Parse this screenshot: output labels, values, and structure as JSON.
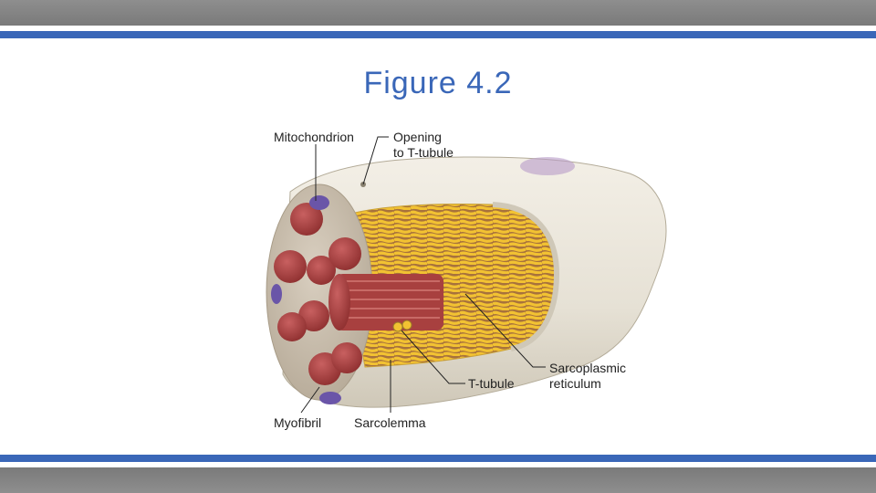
{
  "slide": {
    "title": "Figure 4.2"
  },
  "labels": {
    "mitochondrion": "Mitochondrion",
    "opening_1": "Opening",
    "opening_2": "to T-tubule",
    "sr_1": "Sarcoplasmic",
    "sr_2": "reticulum",
    "t_tubule": "T-tubule",
    "myofibril": "Myofibril",
    "sarcolemma": "Sarcolemma"
  },
  "colors": {
    "accent": "#3a67b8",
    "membrane": "#e9e6dd",
    "myofibril": "#b84a4a",
    "reticulum": "#f1c02c",
    "mitochondrion": "#6a55a8"
  }
}
